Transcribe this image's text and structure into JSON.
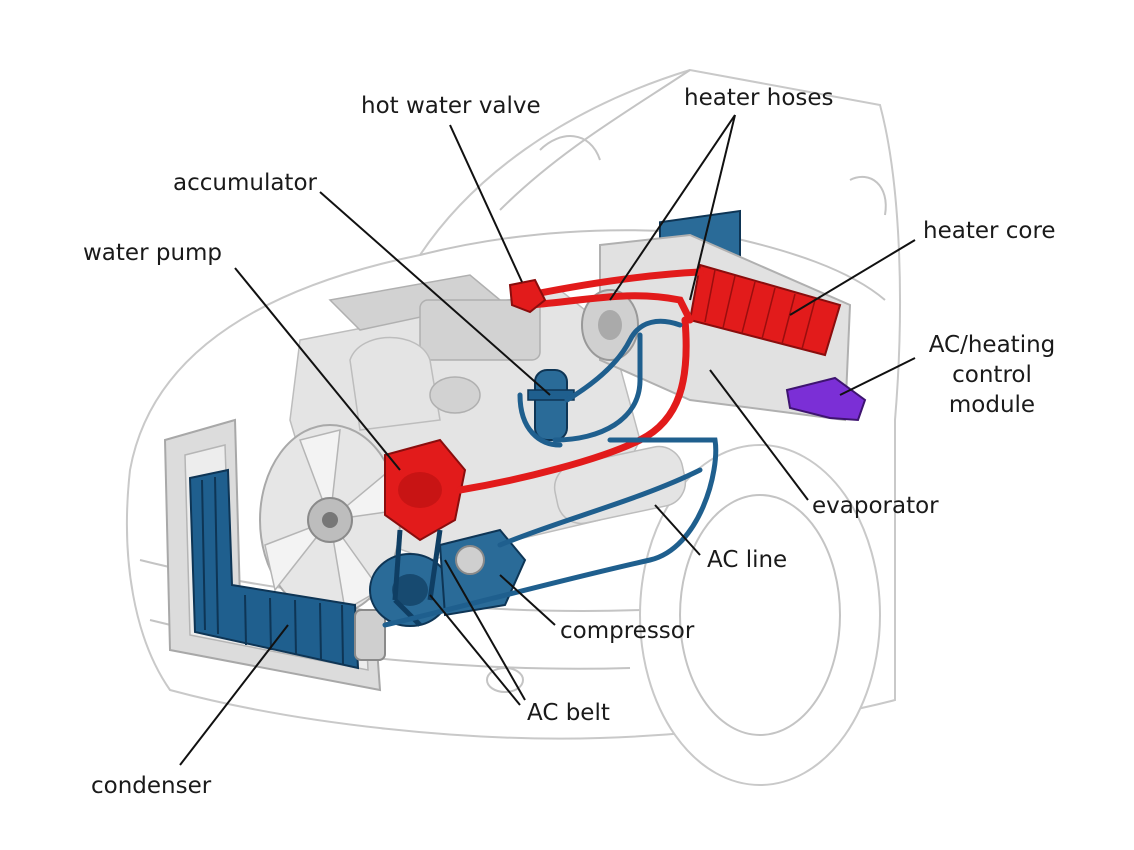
{
  "labels": {
    "hot_water_valve": "hot water valve",
    "heater_hoses": "heater hoses",
    "accumulator": "accumulator",
    "water_pump": "water pump",
    "heater_core": "heater core",
    "ac_heating_control_module": [
      "AC/heating",
      "control",
      "module"
    ],
    "evaporator": "evaporator",
    "ac_line": "AC line",
    "compressor": "compressor",
    "ac_belt": "AC belt",
    "condenser": "condenser"
  },
  "colors": {
    "heating_circuit": "#e21b1b",
    "ac_circuit": "#1f5f8e",
    "control_module": "#7b2fd6",
    "engine_body": "#e4e4e4",
    "car_outline": "#c9c9c9"
  }
}
